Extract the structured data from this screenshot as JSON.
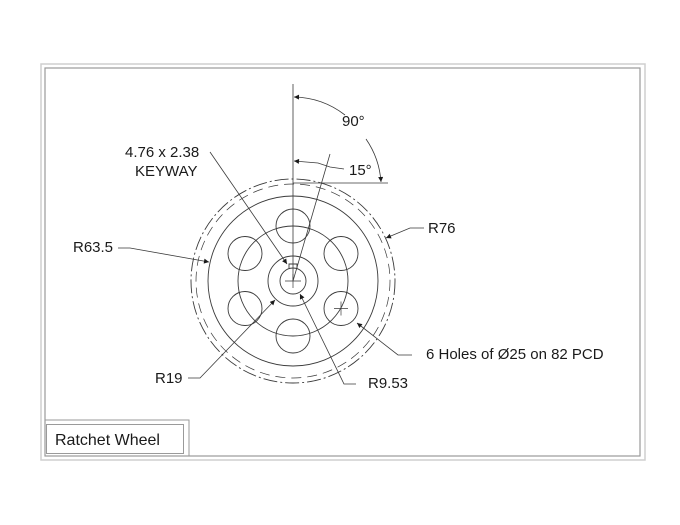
{
  "drawing": {
    "title": "Ratchet Wheel",
    "annotations": {
      "angle_90": "90°",
      "angle_15": "15°",
      "keyway_line1": "4.76 x 2.38",
      "keyway_line2": "KEYWAY",
      "r76": "R76",
      "r63_5": "R63.5",
      "holes": "6 Holes of Ø25 on 82 PCD",
      "r19": "R19",
      "r9_53": "R9.53"
    },
    "colors": {
      "line": "#3a3a3a",
      "border_outer": "#cfcfcf",
      "border_inner": "#9a9a9a",
      "text": "#1a1a1a"
    }
  }
}
